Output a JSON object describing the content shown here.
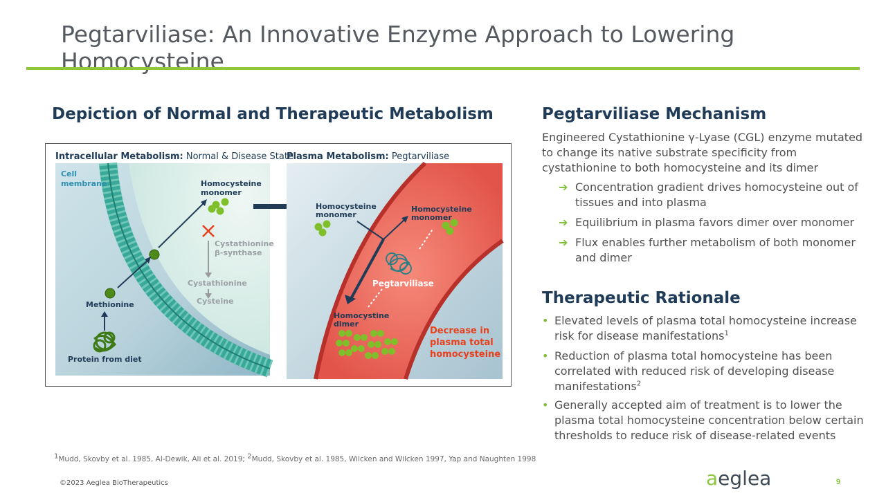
{
  "header": {
    "title": "Pegtarviliase: An Innovative Enzyme Approach to Lowering Homocysteine"
  },
  "left": {
    "heading": "Depiction of Normal and Therapeutic Metabolism",
    "diagram": {
      "intracellular_bold": "Intracellular Metabolism:",
      "intracellular_rest": " Normal & Disease State",
      "plasma_bold": "Plasma Metabolism:",
      "plasma_rest": " Pegtarviliase",
      "cell_membrane_1": "Cell",
      "cell_membrane_2": "membrane",
      "homocysteine_monomer_1": "Homocysteine",
      "homocysteine_monomer_2": "monomer",
      "cystathionine_synthase_1": "Cystathionine",
      "cystathionine_synthase_2": "β-synthase",
      "cystathionine": "Cystathionine",
      "cysteine": "Cysteine",
      "methionine": "Methionine",
      "protein_from_diet": "Protein from diet",
      "plasma_monomer_1": "Homocysteine",
      "plasma_monomer_2": "monomer",
      "vessel_monomer_1": "Homocysteine",
      "vessel_monomer_2": "monomer",
      "pegtarviliase": "Pegtarviliase",
      "homocystine_dimer_1": "Homocystine",
      "homocystine_dimer_2": "dimer",
      "decrease_1": "Decrease in",
      "decrease_2": "plasma total",
      "decrease_3": "homocysteine"
    }
  },
  "mechanism": {
    "heading": "Pegtarviliase Mechanism",
    "intro": "Engineered Cystathionine γ-Lyase (CGL) enzyme mutated to change its native substrate specificity from cystathionine to both homocysteine and its dimer",
    "points": [
      "Concentration gradient drives homocysteine out of tissues and into plasma",
      "Equilibrium in plasma favors dimer over monomer",
      "Flux enables further metabolism of both monomer and dimer"
    ]
  },
  "rationale": {
    "heading": "Therapeutic Rationale",
    "b1_text": "Elevated levels of plasma total homocysteine increase risk for disease manifestations",
    "b1_sup": "1",
    "b2_text": "Reduction of plasma total homocysteine has been correlated with reduced risk of developing disease manifestations",
    "b2_sup": "2",
    "b3_text": "Generally accepted aim of treatment is to lower the plasma total homocysteine concentration below certain thresholds to reduce risk of disease-related events"
  },
  "footer": {
    "fn_sup1": "1",
    "fn_text1": "Mudd, Skovby et al. 1985, Al-Dewik, Ali et al. 2019; ",
    "fn_sup2": "2",
    "fn_text2": "Mudd, Skovby et al. 1985, Wilcken and Wilcken 1997, Yap and Naughten 1998",
    "copyright": "©2023 Aeglea BioTherapeutics",
    "logo": "aeglea",
    "page": "9"
  },
  "colors": {
    "accent_green": "#8dc63f",
    "heading_navy": "#1f3b57",
    "alert_red": "#e8401c"
  },
  "icons": [
    "right-arrow-icon",
    "x-mark-icon",
    "protein-icon",
    "enzyme-icon"
  ]
}
